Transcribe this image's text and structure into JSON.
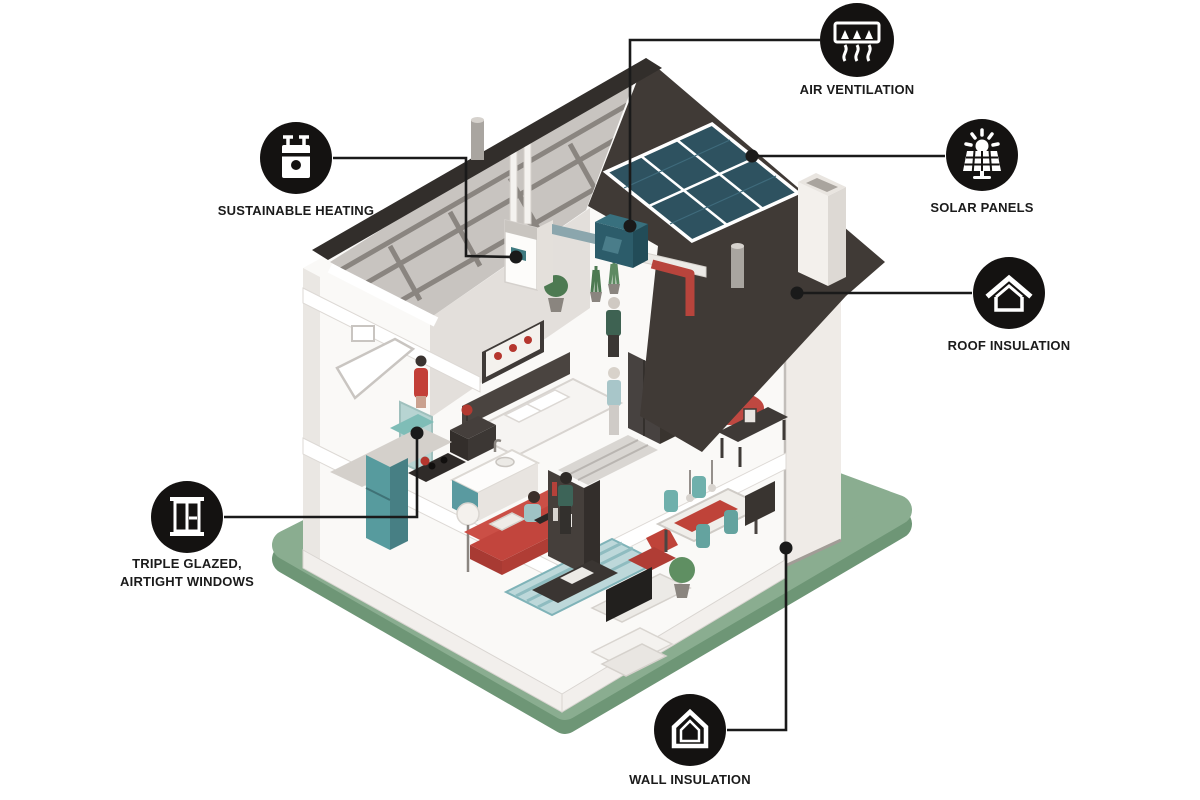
{
  "callouts": [
    {
      "id": "air-ventilation",
      "label": "AIR VENTILATION",
      "icon": "air-ventilation-icon"
    },
    {
      "id": "sustainable-heating",
      "label": "SUSTAINABLE HEATING",
      "icon": "boiler-icon"
    },
    {
      "id": "solar-panels",
      "label": "SOLAR PANELS",
      "icon": "solar-panel-sun-icon"
    },
    {
      "id": "roof-insulation",
      "label": "ROOF INSULATION",
      "icon": "roof-house-icon"
    },
    {
      "id": "triple-glazed-windows",
      "label": "TRIPLE GLAZED,",
      "label2": "AIRTIGHT WINDOWS",
      "icon": "window-icon"
    },
    {
      "id": "wall-insulation",
      "label": "WALL INSULATION",
      "icon": "wall-house-icon"
    }
  ],
  "colors": {
    "background": "#ffffff",
    "line": "#1a1a1a",
    "badge": "#141211",
    "roof": "#403a36",
    "roof_edge": "#322e2b",
    "attic_wall": "#c8c4c0",
    "solar_panel": "#2e5260",
    "solar_grid": "#ffffff",
    "ground": "#8aad90",
    "ground_side": "#6e9676",
    "house_wall": "#f6f4f2",
    "side_wall": "#efebe7",
    "accent_red": "#c2453d",
    "accent_teal": "#579b9e",
    "vent_unit": "#2c5c6a",
    "dark_furniture": "#453f3b"
  }
}
